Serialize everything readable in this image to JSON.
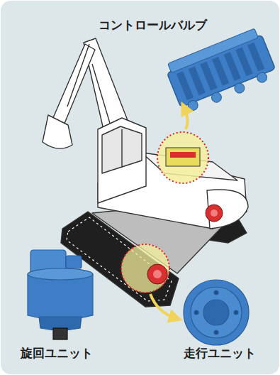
{
  "diagram": {
    "labels": [
      "コントロールバルブ",
      "旋回ユニット",
      "走行ユニット"
    ]
  }
}
